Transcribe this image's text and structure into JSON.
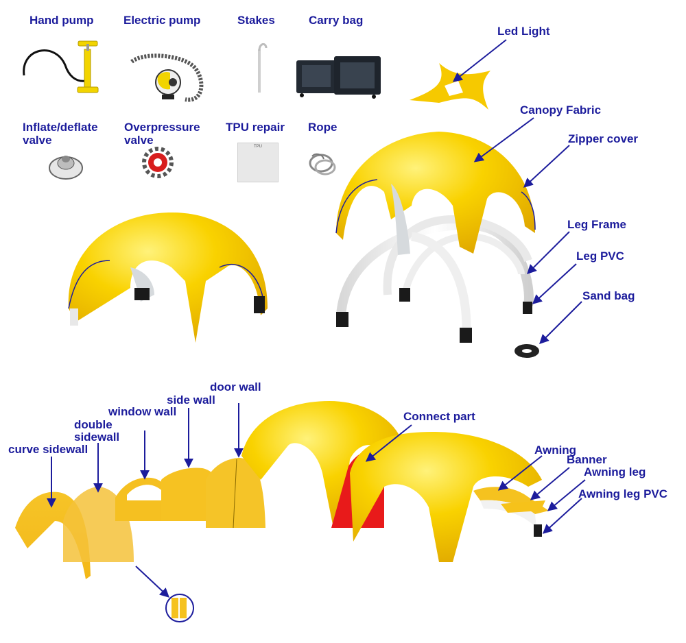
{
  "accessories": {
    "hand_pump": "Hand pump",
    "electric_pump": "Electric pump",
    "stakes": "Stakes",
    "carry_bag": "Carry bag",
    "inflate_deflate_valve_line1": "Inflate/deflate",
    "inflate_deflate_valve_line2": "valve",
    "overpressure_valve_line1": "Overpressure",
    "overpressure_valve_line2": "valve",
    "tpu_repair": "TPU repair",
    "rope": "Rope",
    "tpu_card_title": "TPU"
  },
  "tent_parts": {
    "led_light": "Led Light",
    "canopy_fabric": "Canopy Fabric",
    "zipper_cover": "Zipper cover",
    "leg_frame": "Leg Frame",
    "leg_pvc": "Leg PVC",
    "sand_bag": "Sand bag"
  },
  "wall_parts": {
    "door_wall": "door wall",
    "side_wall": "side wall",
    "window_wall": "window wall",
    "double_sidewall_line1": "double",
    "double_sidewall_line2": "sidewall",
    "curve_sidewall": "curve sidewall",
    "connect_part": "Connect part",
    "awning": "Awning",
    "banner": "Banner",
    "awning_leg": "Awning leg",
    "awning_leg_pvc": "Awning leg PVC"
  },
  "colors": {
    "canopy_yellow": "#f7c600",
    "label_navy": "#1c1c9c",
    "connect_red": "#e81a1a",
    "frame_white": "#f0f0f0",
    "leg_black": "#1a1a1a"
  }
}
